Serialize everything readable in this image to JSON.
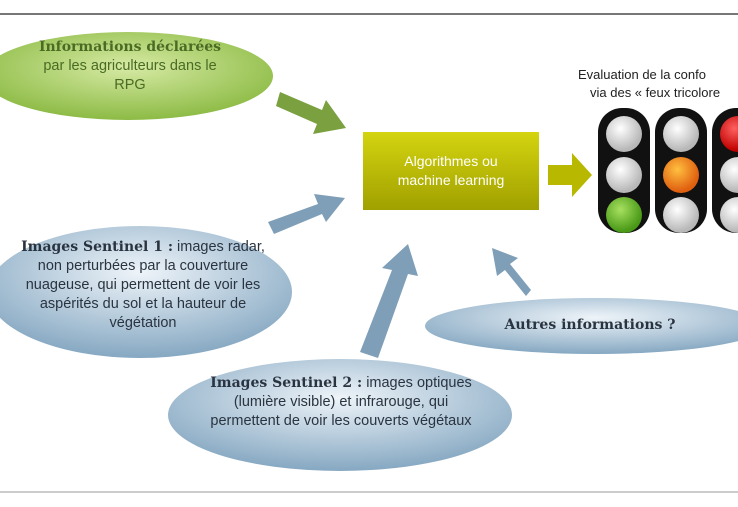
{
  "nodes": {
    "declared": {
      "bold": "Informations déclarées",
      "rest": "par les agriculteurs dans le RPG"
    },
    "algo": {
      "label1": "Algorithmes ou",
      "label2": "machine learning"
    },
    "sentinel1": {
      "bold": "Images Sentinel 1 :",
      "rest": "images radar, non perturbées par la couverture nuageuse, qui permettent de voir les aspérités du sol et la hauteur de végétation"
    },
    "sentinel2": {
      "bold": "Images Sentinel 2 :",
      "rest": "images optiques (lumière visible) et infrarouge, qui permettent de voir les couverts végétaux"
    },
    "other": {
      "bold": "Autres informations ?"
    }
  },
  "evaluation": {
    "line1": "Evaluation de la confo",
    "line2": "via des « feux tricolore"
  },
  "traffic_lights": [
    {
      "lit": "green"
    },
    {
      "lit": "orange"
    },
    {
      "lit": "red"
    }
  ],
  "colors": {
    "green": "#8dbb45",
    "yellow": "#b4b400",
    "blue": "#8fb0c8",
    "red": "#e02020",
    "orange": "#f09020",
    "lightgreen": "#6cbd2c"
  }
}
